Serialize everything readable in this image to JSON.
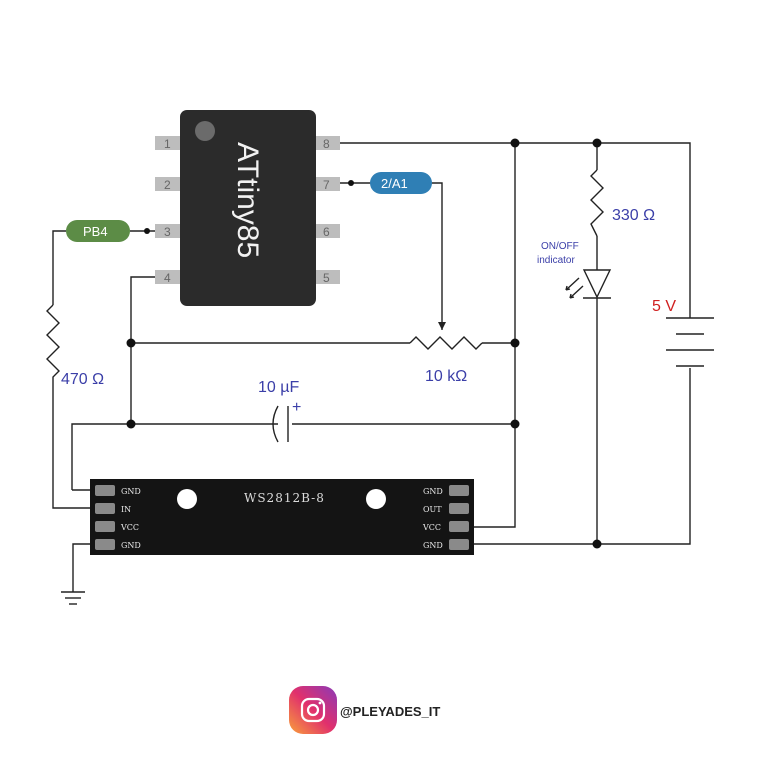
{
  "chip": {
    "name": "ATtiny85",
    "pins": [
      "1",
      "2",
      "3",
      "4",
      "5",
      "6",
      "7",
      "8"
    ]
  },
  "tags": {
    "pb4": "PB4",
    "a1": "2/A1"
  },
  "components": {
    "r_led": "330 Ω",
    "led_label_line1": "ON/OFF",
    "led_label_line2": "indicator",
    "battery": "5 V",
    "potentiometer": "10 kΩ",
    "r_data": "470 Ω",
    "capacitor": "10 µF",
    "capacitor_polarity": "+"
  },
  "strip": {
    "title": "WS2812B-8",
    "left_pins": [
      "GND",
      "IN",
      "VCC",
      "GND"
    ],
    "right_pins": [
      "GND",
      "OUT",
      "VCC",
      "GND"
    ]
  },
  "watermark": {
    "handle": "@PLEYADES_IT"
  },
  "colors": {
    "chip": "#2b2b2b",
    "pb4_tag": "#5c8c46",
    "a1_tag": "#2f7fb5",
    "strip": "#141414"
  }
}
